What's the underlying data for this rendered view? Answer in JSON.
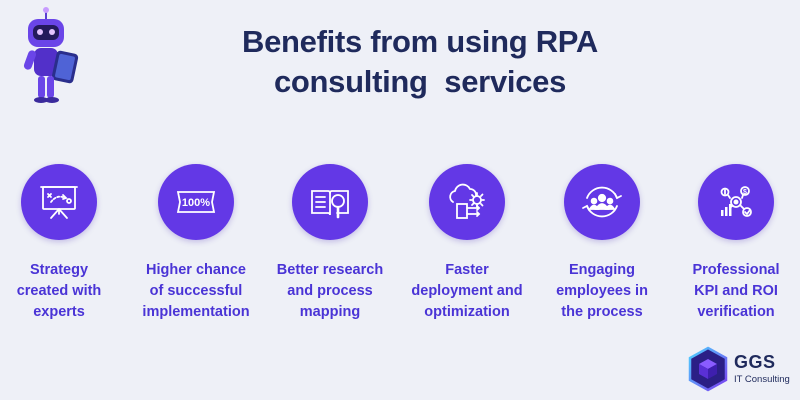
{
  "title": {
    "line1": "Benefits from using RPA",
    "line2": "consulting  services"
  },
  "colors": {
    "accent": "#6338e6",
    "label": "#4a34d6",
    "title": "#1f2a5c",
    "background": "#eef0f7"
  },
  "benefits": [
    {
      "icon": "strategy-board-icon",
      "lines": [
        "Strategy",
        "created with",
        "experts"
      ]
    },
    {
      "icon": "hundred-percent-icon",
      "lines": [
        "Higher chance",
        "of successful",
        "implementation"
      ]
    },
    {
      "icon": "book-magnifier-icon",
      "lines": [
        "Better research",
        "and process",
        "mapping"
      ]
    },
    {
      "icon": "cloud-deploy-icon",
      "lines": [
        "Faster",
        "deployment and",
        "optimization"
      ]
    },
    {
      "icon": "team-cycle-icon",
      "lines": [
        "Engaging",
        "employees in",
        "the process"
      ]
    },
    {
      "icon": "kpi-roi-icon",
      "lines": [
        "Professional",
        "KPI and ROI",
        "verification"
      ]
    }
  ],
  "logo": {
    "name": "GGS",
    "subtitle": "IT Consulting"
  }
}
